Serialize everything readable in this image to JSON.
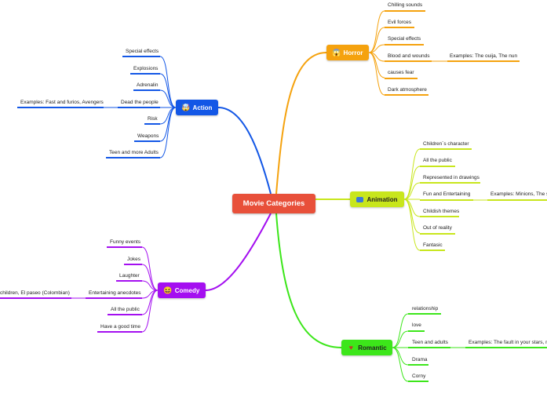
{
  "root": {
    "label": "Movie Categories"
  },
  "colors": {
    "root": "#e8503a",
    "horror": "#f5a20e",
    "animation": "#c8e61c",
    "romantic": "#3ce61a",
    "comedy": "#a40ff0",
    "action": "#1357e6"
  },
  "branches": {
    "horror": {
      "label": "Horror",
      "icon": "scared-face-icon",
      "items": [
        "Chilling sounds",
        "Evil forces",
        "Special effects",
        "Blood and wounds",
        "causes fear",
        "Dark atmosphere"
      ],
      "example": "Examples: The ouija, The nun"
    },
    "animation": {
      "label": "Animation",
      "icon": "picture-icon",
      "items": [
        "Children´s character",
        "All the public",
        "Represented in drawings",
        "Fun and Entertaining",
        "Childish themes",
        "Out of reality",
        "Fantasic"
      ],
      "example": "Examples: Minions, The si"
    },
    "romantic": {
      "label": "Romantic",
      "icon": "couple-icon",
      "items": [
        "relationship",
        "love",
        "Teen and adults",
        "Drama",
        "Corny"
      ],
      "example": "Examples: The fault in your stars, m"
    },
    "comedy": {
      "label": "Comedy",
      "icon": "laughing-face-icon",
      "items": [
        "Funny events",
        "Jokes",
        "Laughter",
        "Entertaining anecdotes",
        "All the public",
        "Have a good time"
      ],
      "example": "children, El paseo  (Colombian)"
    },
    "action": {
      "label": "Action",
      "icon": "explosion-face-icon",
      "items": [
        "Special effects",
        "Explosions",
        "Adrenalin",
        "Dead the people",
        "Risk",
        "Weapons",
        "Teen and more Adults"
      ],
      "example": "Examples: Fast and furios, Avengers"
    }
  }
}
